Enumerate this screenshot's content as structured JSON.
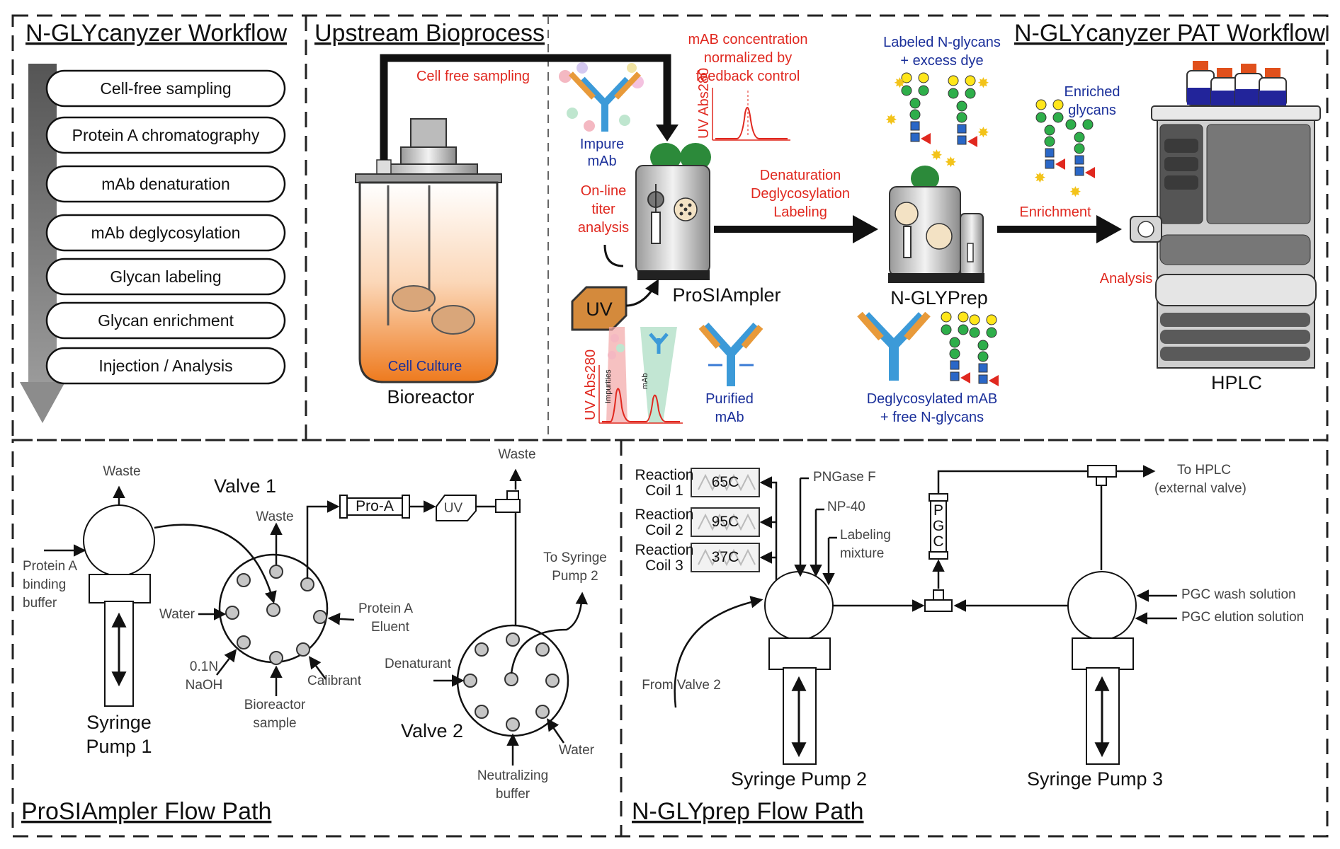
{
  "colors": {
    "red": "#e0281f",
    "blue": "#1a2f9a",
    "gray_arrow": "#777777",
    "culture": "#f08a2a"
  },
  "headings": {
    "workflow": "N-GLYcanyzer Workflow",
    "upstream": "Upstream Bioprocess",
    "pat": "N-GLYcanyzer PAT  Workflow",
    "prosiampler_path": "ProSIAmpler Flow Path",
    "nglyprep_path": "N-GLYprep Flow Path"
  },
  "workflow_steps": [
    "Cell-free sampling",
    "Protein A chromatography",
    "mAb denaturation",
    "mAb deglycosylation",
    "Glycan labeling",
    "Glycan enrichment",
    "Injection / Analysis"
  ],
  "upstream": {
    "cell_free_sampling": "Cell free sampling",
    "cell_culture": "Cell Culture",
    "bioreactor": "Bioreactor",
    "mab_conc_1": "mAB concentration",
    "mab_conc_2": "normalized by",
    "mab_conc_3": "feedback control",
    "uv_axis": "UV Abs280",
    "impure_1": "Impure",
    "impure_2": "mAb",
    "online_1": "On-line",
    "online_2": "titer",
    "online_3": "analysis",
    "uv_box": "UV",
    "prosiampler": "ProSIAmpler",
    "impurities": "Impurities",
    "mab_peak": "mAb",
    "purified_1": "Purified",
    "purified_2": "mAb",
    "denat_1": "Denaturation",
    "denat_2": "Deglycosylation",
    "denat_3": "Labeling",
    "labeled_1": "Labeled N-glycans",
    "labeled_2": "+ excess dye",
    "nglyprep": "N-GLYPrep",
    "deglyco_1": "Deglycosylated mAB",
    "deglyco_2": "+ free N-glycans",
    "enriched_1": "Enriched",
    "enriched_2": "glycans",
    "enrichment": "Enrichment",
    "analysis": "Analysis",
    "hplc": "HPLC"
  },
  "prosiampler_path": {
    "waste_a": "Waste",
    "valve1": "Valve 1",
    "waste_b": "Waste",
    "pro_a": "Pro-A",
    "uv": "UV",
    "waste_c": "Waste",
    "protein_a_1": "Protein A",
    "protein_a_2": "binding",
    "protein_a_3": "buffer",
    "water_a": "Water",
    "naoh_1": "0.1N",
    "naoh_2": "NaOH",
    "bioreactor_1": "Bioreactor",
    "bioreactor_2": "sample",
    "calibrant": "Calibrant",
    "eluent_1": "Protein A",
    "eluent_2": "Eluent",
    "syringe_1": "Syringe",
    "syringe_2": "Pump 1",
    "to_syringe_1": "To Syringe",
    "to_syringe_2": "Pump 2",
    "denaturant": "Denaturant",
    "valve2": "Valve 2",
    "water_b": "Water",
    "neutral_1": "Neutralizing",
    "neutral_2": "buffer"
  },
  "nglyprep_path": {
    "coil1_1": "Reaction",
    "coil1_2": "Coil 1",
    "coil1_temp": "65C",
    "coil2_1": "Reaction",
    "coil2_2": "Coil 2",
    "coil2_temp": "95C",
    "coil3_1": "Reaction",
    "coil3_2": "Coil 3",
    "coil3_temp": "37C",
    "pngase": "PNGase F",
    "np40": "NP-40",
    "labeling_1": "Labeling",
    "labeling_2": "mixture",
    "pgc": [
      "P",
      "G",
      "C"
    ],
    "to_hplc_1": "To HPLC",
    "to_hplc_2": "(external valve)",
    "pgc_wash": "PGC wash solution",
    "pgc_elution": "PGC elution solution",
    "from_valve2": "From Valve 2",
    "syringe2": "Syringe Pump 2",
    "syringe3": "Syringe Pump 3"
  }
}
